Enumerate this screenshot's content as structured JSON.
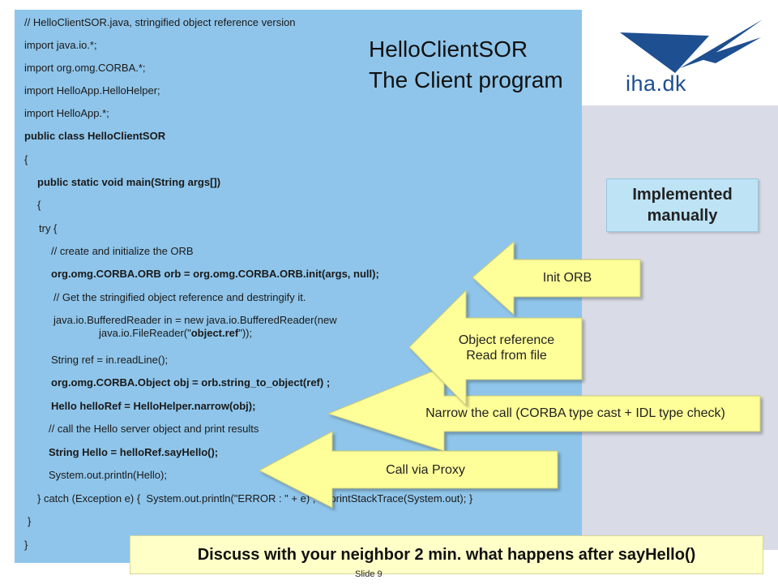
{
  "title": {
    "line1": "HelloClientSOR",
    "line2": "The Client program"
  },
  "logo": {
    "text": "iha.dk"
  },
  "code": {
    "lines": [
      "// HelloClientSOR.java, stringified object reference version",
      "import java.io.*;",
      "import org.omg.CORBA.*;",
      "import HelloApp.HelloHelper;",
      "import HelloApp.*;",
      "public class HelloClientSOR",
      "{",
      "public static void main(String args[])",
      "{",
      "try {",
      "// create and initialize the ORB",
      "org.omg.CORBA.ORB orb = org.omg.CORBA.ORB.init(args, null);",
      "// Get the stringified object reference and destringify it.",
      "java.io.BufferedReader in = new java.io.BufferedReader(new",
      "java.io.FileReader(\"",
      "object.ref",
      "\"));",
      "String ref = in.readLine();",
      "org.omg.CORBA.Object obj = orb.string_to_object(ref) ;",
      "Hello helloRef = HelloHelper.narrow(obj);",
      "// call the Hello server object and print results",
      "String Hello = helloRef.sayHello();",
      "System.out.println(Hello);",
      "} catch (Exception e) {  System.out.println(\"ERROR : \" + e) ;  e.printStackTrace(System.out); }",
      "}",
      "}"
    ]
  },
  "implemented_box": {
    "line1": "Implemented",
    "line2": "manually"
  },
  "callouts": {
    "init_orb": "Init ORB",
    "object_ref_line1": "Object reference",
    "object_ref_line2": "Read from file",
    "narrow": "Narrow the call (CORBA type cast + IDL type check)",
    "call_proxy": "Call via Proxy"
  },
  "discuss": "Discuss with your neighbor 2 min. what happens after sayHello()",
  "slide_number": "Slide 9",
  "colors": {
    "code_bg": "#8fc5ea",
    "callout_fill": "#ffff99",
    "logo_blue": "#1d4f91"
  }
}
